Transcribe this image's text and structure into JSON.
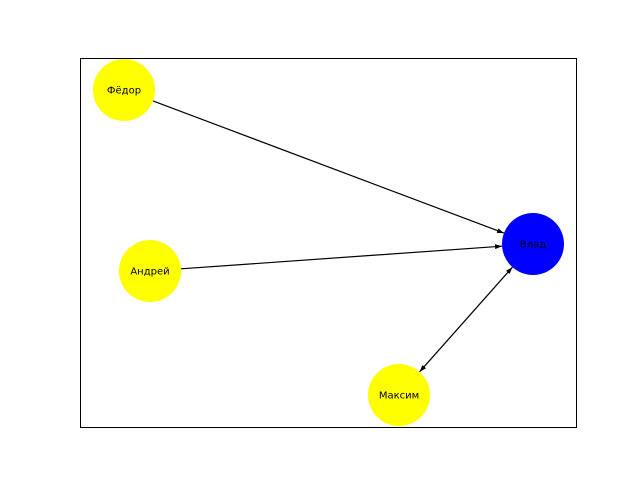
{
  "graph": {
    "nodes": [
      {
        "id": "fedor",
        "label": "Фёдор",
        "color": "#ffff00"
      },
      {
        "id": "andrey",
        "label": "Андрей",
        "color": "#ffff00"
      },
      {
        "id": "vlad",
        "label": "Влад",
        "color": "#0000ff"
      },
      {
        "id": "maksim",
        "label": "Максим",
        "color": "#ffff00"
      }
    ],
    "edges": [
      {
        "from": "fedor",
        "to": "vlad",
        "direction": "forward"
      },
      {
        "from": "andrey",
        "to": "vlad",
        "direction": "forward"
      },
      {
        "from": "maksim",
        "to": "vlad",
        "direction": "both"
      }
    ],
    "label_color": "#000000",
    "edge_color": "#000000"
  }
}
